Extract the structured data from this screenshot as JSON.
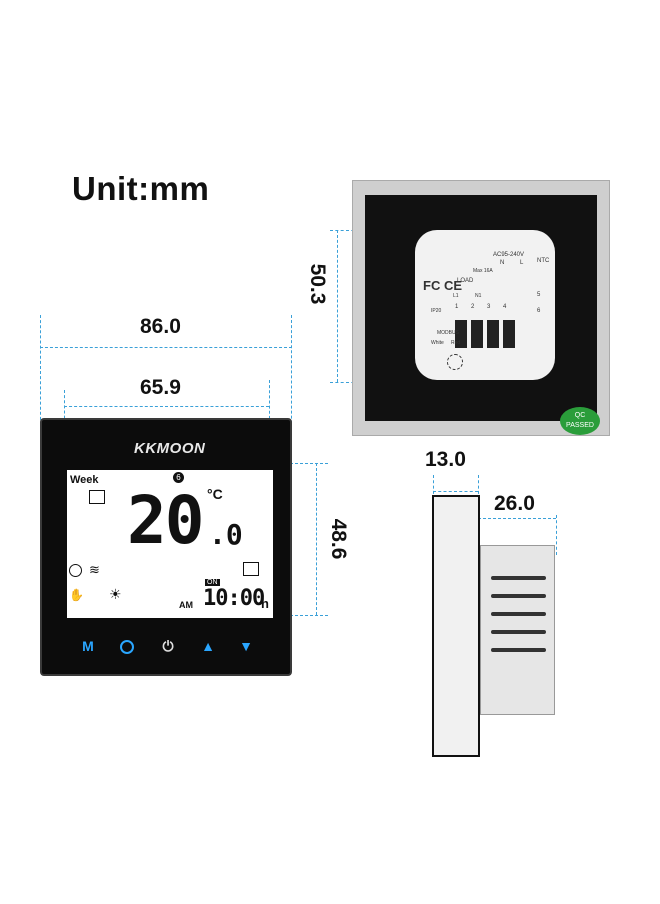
{
  "title": "Unit:mm",
  "dimensions": {
    "width_outer": "86.0",
    "width_screen": "65.9",
    "height_screen": "48.6",
    "height_back": "50.3",
    "depth_plate": "13.0",
    "depth_total": "26.0"
  },
  "front": {
    "brand": "KKMOON",
    "week_label": "Week",
    "day_badge": "6",
    "temperature": "20",
    "temperature_decimal": ".0",
    "temp_unit": "°C",
    "on_label": "ON",
    "am_label": "AM",
    "time": "10:00",
    "time_unit": "h",
    "buttons": [
      "M",
      "clock",
      "power",
      "up",
      "down"
    ]
  },
  "back": {
    "fc_mark": "FC CE",
    "voltage": "AC95-240V",
    "load_label": "LOAD",
    "max_label": "Max 16A",
    "ntc_label": "NTC",
    "terminal_numbers": [
      "1",
      "2",
      "3",
      "4"
    ],
    "terminal_side_numbers": [
      "5",
      "6"
    ],
    "modbus_label": "MODBUS",
    "wire_labels": [
      "White",
      "Red"
    ],
    "qc_label": "QC PASSED",
    "n_label": "N",
    "l_label": "L",
    "l1_label": "L1",
    "n1_label": "N1",
    "ip_label": "IP20"
  },
  "colors": {
    "dimension_line": "#3aa0d8",
    "button_blue": "#2aa6ff",
    "qc_green": "#2a9d3a"
  }
}
